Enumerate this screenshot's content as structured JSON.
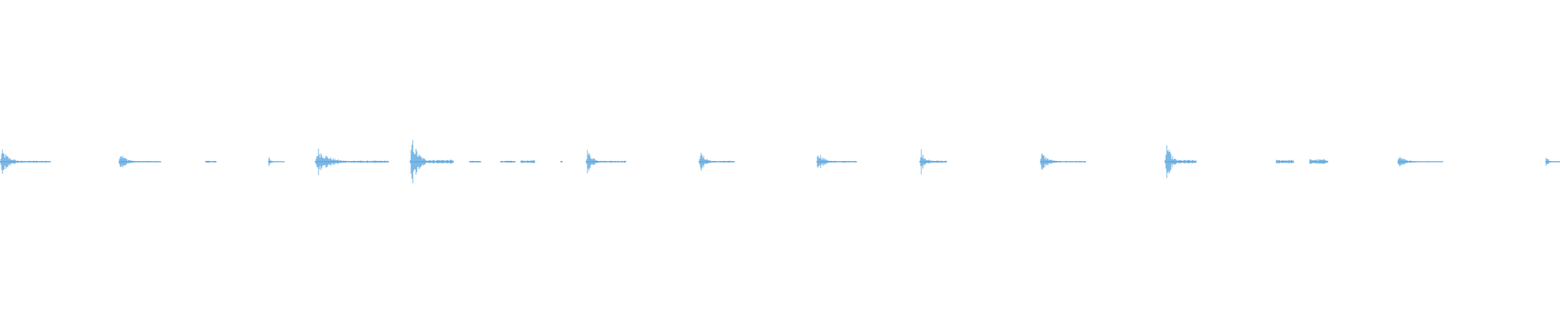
{
  "waveform": {
    "color": "#5aa7e0",
    "background": "#ffffff",
    "duration_units": 1920,
    "segments": [
      {
        "start": 0,
        "end": 62,
        "peak": 0.08,
        "shape": "burst"
      },
      {
        "start": 146,
        "end": 198,
        "peak": 0.06,
        "shape": "burst"
      },
      {
        "start": 253,
        "end": 266,
        "peak": 0.01,
        "shape": "tone"
      },
      {
        "start": 330,
        "end": 350,
        "peak": 0.03,
        "shape": "burst"
      },
      {
        "start": 388,
        "end": 478,
        "peak": 0.09,
        "shape": "burst"
      },
      {
        "start": 505,
        "end": 558,
        "peak": 0.16,
        "shape": "burst"
      },
      {
        "start": 578,
        "end": 592,
        "peak": 0.01,
        "shape": "tone"
      },
      {
        "start": 616,
        "end": 634,
        "peak": 0.01,
        "shape": "tone"
      },
      {
        "start": 641,
        "end": 658,
        "peak": 0.015,
        "shape": "tone"
      },
      {
        "start": 690,
        "end": 692,
        "peak": 0.01,
        "shape": "tone"
      },
      {
        "start": 721,
        "end": 770,
        "peak": 0.08,
        "shape": "burst"
      },
      {
        "start": 860,
        "end": 904,
        "peak": 0.07,
        "shape": "burst"
      },
      {
        "start": 1005,
        "end": 1054,
        "peak": 0.07,
        "shape": "burst"
      },
      {
        "start": 1132,
        "end": 1165,
        "peak": 0.1,
        "shape": "burst"
      },
      {
        "start": 1280,
        "end": 1336,
        "peak": 0.06,
        "shape": "burst"
      },
      {
        "start": 1434,
        "end": 1472,
        "peak": 0.14,
        "shape": "burst"
      },
      {
        "start": 1571,
        "end": 1592,
        "peak": 0.02,
        "shape": "tone"
      },
      {
        "start": 1612,
        "end": 1634,
        "peak": 0.025,
        "shape": "tone"
      },
      {
        "start": 1720,
        "end": 1776,
        "peak": 0.04,
        "shape": "burst"
      },
      {
        "start": 1902,
        "end": 1920,
        "peak": 0.05,
        "shape": "burst"
      }
    ]
  }
}
